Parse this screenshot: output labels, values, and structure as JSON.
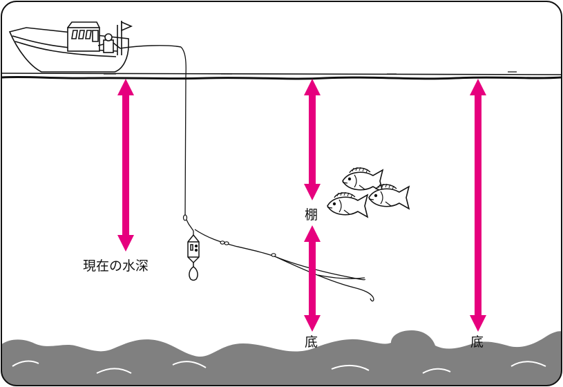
{
  "labels": {
    "current_depth": "現在の水深",
    "tana": "棚",
    "bottom_1": "底",
    "bottom_2": "底"
  },
  "colors": {
    "arrow": "#e6007e",
    "seabed": "#808080",
    "line": "#111111",
    "background": "#ffffff"
  },
  "icons": [
    "fishing-boat-icon",
    "sinker-icon",
    "fish-icon"
  ]
}
